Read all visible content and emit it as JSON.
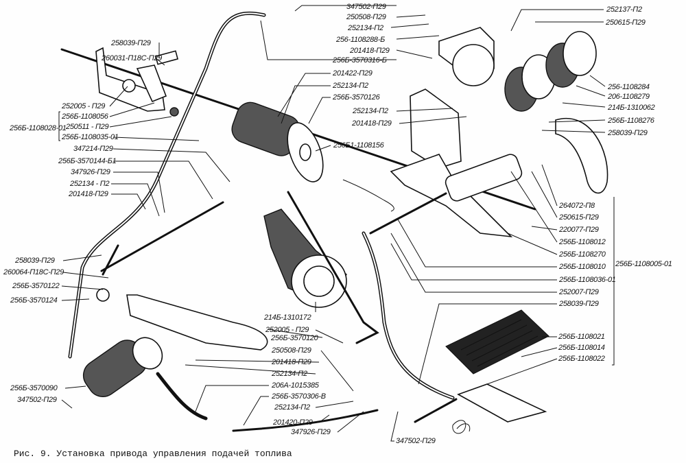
{
  "caption": "Рис. 9. Установка привода управления подачей топлива",
  "labels": {
    "l01": "258039-П29",
    "l02": "260031-П18С-П29",
    "l03": "252005 - П29",
    "l04": "256Б-1108056",
    "l05": "256Б-1108028-01",
    "l06": "250511 - П29",
    "l07": "256Б-1108035-01",
    "l08": "347214-П29",
    "l09": "256Б-3570144-Б1",
    "l10": "347926-П29",
    "l11": "252134 - П2",
    "l12": "201418-П29",
    "l13": "258039-П29",
    "l14": "260064-П18С-П29",
    "l15": "256Б-3570122",
    "l16": "256Б-3570124",
    "l17": "256Б-3570090",
    "l18": "347502-П29",
    "m01": "214Б-1310172",
    "m02": "252005 - П29",
    "m03": "256Б-3570120",
    "m04": "250508-П29",
    "m05": "201418-П29",
    "m06": "252134-П2",
    "m07": "206А-1015385",
    "m08": "256Б-3570306-В",
    "m09": "252134-П2",
    "m10": "201420-П29",
    "m11": "347926-П29",
    "m12": "347502-П29",
    "t01": "347502-П29",
    "t02": "250508-П29",
    "t03": "252134-П2",
    "t04": "256-1108288-Б",
    "t05": "201418-П29",
    "t06": "256Б-3570316-Б",
    "t07": "201422-П29",
    "t08": "252134-П2",
    "t09": "256Б-3570126",
    "t10": "252134-П2",
    "t11": "201418-П29",
    "t12": "256Б1-1108156",
    "r01": "252137-П2",
    "r02": "250615-П29",
    "r03": "256-1108284",
    "r04": "206-1108279",
    "r05": "214Б-1310062",
    "r06": "256Б-1108276",
    "r07": "258039-П29",
    "r08": "264072-П8",
    "r09": "250615-П29",
    "r10": "220077-П29",
    "r11": "256Б-1108012",
    "r12": "256Б-1108270",
    "r13": "256Б-1108010",
    "r14": "256Б-1108036-01",
    "r15": "252007-П29",
    "r16": "258039-П29",
    "r17": "256Б-1108005-01",
    "r18": "256Б-1108021",
    "r19": "256Б-1108014",
    "r20": "256Б-1108022"
  }
}
